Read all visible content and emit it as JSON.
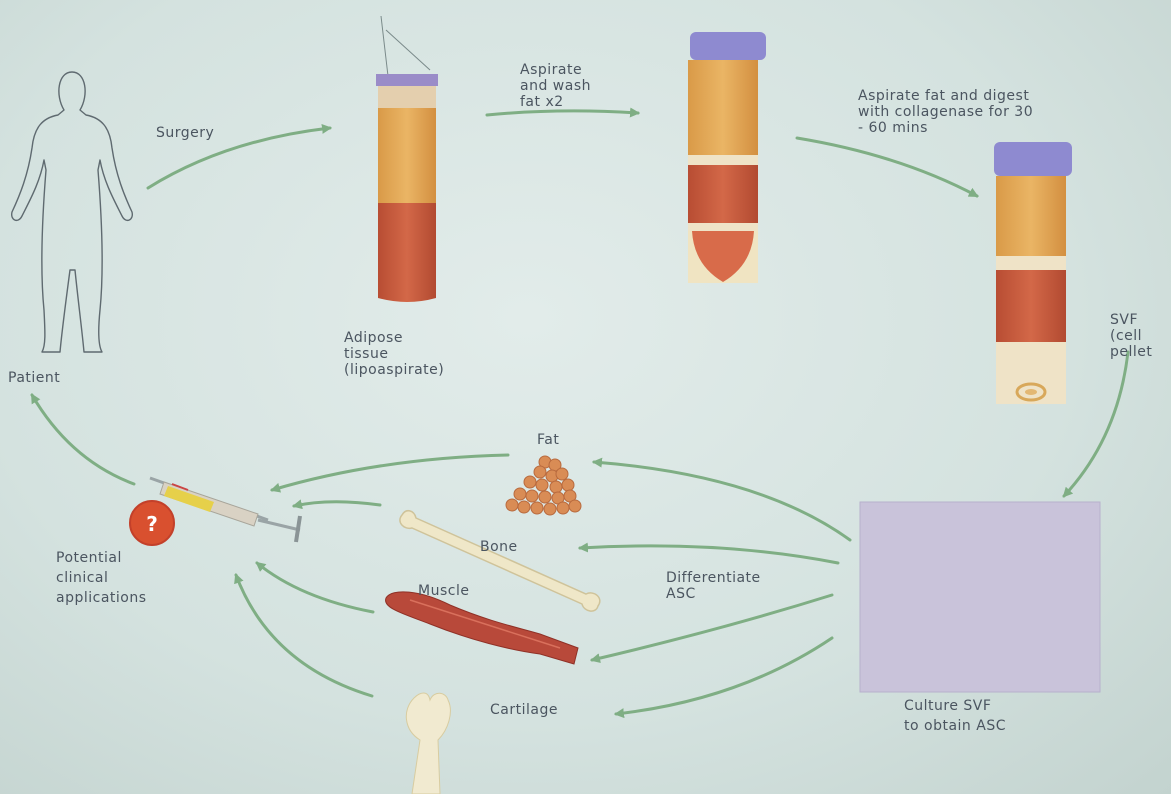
{
  "labels": {
    "surgery": "Surgery",
    "aspirate_wash": "Aspirate\nand wash\nfat x2",
    "aspirate_digest": "Aspirate fat and digest\nwith collagenase for 30\n- 60 mins",
    "patient": "Patient",
    "adipose": "Adipose\ntissue\n(lipoaspirate)",
    "svf": "SVF\n(cell\npellet",
    "fat": "Fat",
    "bone": "Bone",
    "muscle": "Muscle",
    "cartilage": "Cartilage",
    "differentiate": "Differentiate\nASC",
    "potential": "Potential\nclinical\napplications",
    "culture": "Culture SVF\nto obtain ASC",
    "question_mark": "?"
  },
  "colors": {
    "arrow": "#7fae84",
    "fat_layer": "#e0a253",
    "blood_layer": "#c85a3e",
    "cap": "#8e8ad0",
    "culture": "#c9c3da",
    "text": "#4b5560"
  }
}
